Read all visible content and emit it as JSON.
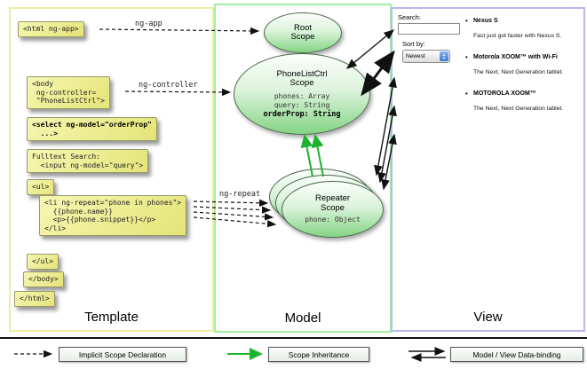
{
  "columns": {
    "template": {
      "label": "Template"
    },
    "model": {
      "label": "Model"
    },
    "view": {
      "label": "View"
    }
  },
  "template_code": {
    "html_open": "<html ng-app>",
    "body_open": "<body\n ng-controller=\n \"PhoneListCtrl\">",
    "select_tag": "<select ng-model=\"orderProp\"\n  ...>",
    "fulltext": "Fulltext Search:\n  <input ng-model=\"query\">",
    "ul_open": "<ul>",
    "li_repeat": "<li ng-repeat=\"phone in phones\">\n  {{phone.name}}\n  <p>{{phone.snippet}}</p>\n</li>",
    "ul_close": "</ul>",
    "body_close": "</body>",
    "html_close": "</html>"
  },
  "arrow_labels": {
    "ng_app": "ng-app",
    "ng_controller": "ng-controller",
    "ng_repeat": "ng-repeat"
  },
  "scopes": {
    "root": {
      "title": "Root\nScope"
    },
    "phone_list": {
      "title": "PhoneListCtrl\nScope",
      "props": [
        "phones: Array",
        "query: String"
      ],
      "bold_prop": "orderProp: String"
    },
    "repeater": {
      "title": "Repeater\nScope",
      "prop": "phone: Object"
    }
  },
  "view": {
    "search_label": "Search:",
    "sort_label": "Sort by:",
    "sort_value": "Newest",
    "items": [
      {
        "name": "Nexus S",
        "snippet": "Fast just got faster with Nexus S."
      },
      {
        "name": "Motorola XOOM™ with Wi-Fi",
        "snippet": "The Next, Next Generation tablet."
      },
      {
        "name": "MOTOROLA XOOM™",
        "snippet": "The Next, Next Generation tablet."
      }
    ]
  },
  "legend": {
    "implicit": "Implicit Scope Declaration",
    "inheritance": "Scope Inheritance",
    "binding": "Model / View Data-binding"
  },
  "colors": {
    "note_yellow": "#e8e87f",
    "scope_green": "#84d484",
    "inheritance_green": "#1db32f",
    "template_border": "#f0eda0",
    "model_border": "#a4eea4",
    "view_border": "#b8b8f0"
  }
}
